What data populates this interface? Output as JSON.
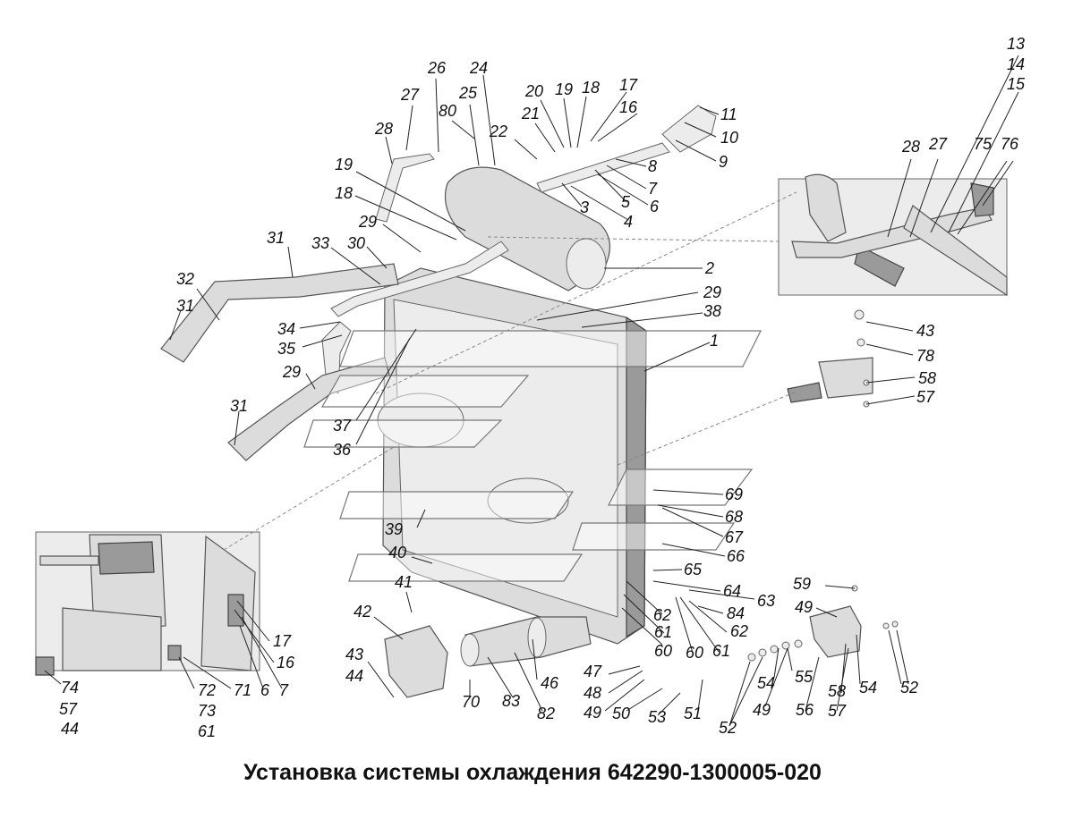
{
  "title": "Установка системы охлаждения 642290-1300005-020",
  "colors": {
    "line": "#222222",
    "part_fill": "#dcdcdc",
    "background": "#ffffff"
  },
  "callouts": [
    {
      "id": "c-13",
      "text": "13"
    },
    {
      "id": "c-14",
      "text": "14"
    },
    {
      "id": "c-15",
      "text": "15"
    },
    {
      "id": "c-26",
      "text": "26"
    },
    {
      "id": "c-24",
      "text": "24"
    },
    {
      "id": "c-27a",
      "text": "27"
    },
    {
      "id": "c-25",
      "text": "25"
    },
    {
      "id": "c-20",
      "text": "20"
    },
    {
      "id": "c-19a",
      "text": "19"
    },
    {
      "id": "c-18a",
      "text": "18"
    },
    {
      "id": "c-17a",
      "text": "17"
    },
    {
      "id": "c-80",
      "text": "80"
    },
    {
      "id": "c-21",
      "text": "21"
    },
    {
      "id": "c-16a",
      "text": "16"
    },
    {
      "id": "c-11",
      "text": "11"
    },
    {
      "id": "c-28a",
      "text": "28"
    },
    {
      "id": "c-22",
      "text": "22"
    },
    {
      "id": "c-10",
      "text": "10"
    },
    {
      "id": "c-9",
      "text": "9"
    },
    {
      "id": "c-8",
      "text": "8"
    },
    {
      "id": "c-19b",
      "text": "19"
    },
    {
      "id": "c-7a",
      "text": "7"
    },
    {
      "id": "c-5",
      "text": "5"
    },
    {
      "id": "c-6a",
      "text": "6"
    },
    {
      "id": "c-3",
      "text": "3"
    },
    {
      "id": "c-4",
      "text": "4"
    },
    {
      "id": "c-18b",
      "text": "18"
    },
    {
      "id": "c-28b",
      "text": "28"
    },
    {
      "id": "c-27b",
      "text": "27"
    },
    {
      "id": "c-75",
      "text": "75"
    },
    {
      "id": "c-76",
      "text": "76"
    },
    {
      "id": "c-29a",
      "text": "29"
    },
    {
      "id": "c-31a",
      "text": "31"
    },
    {
      "id": "c-33",
      "text": "33"
    },
    {
      "id": "c-30",
      "text": "30"
    },
    {
      "id": "c-2",
      "text": "2"
    },
    {
      "id": "c-32",
      "text": "32"
    },
    {
      "id": "c-31b",
      "text": "31"
    },
    {
      "id": "c-29b",
      "text": "29"
    },
    {
      "id": "c-38",
      "text": "38"
    },
    {
      "id": "c-34",
      "text": "34"
    },
    {
      "id": "c-35",
      "text": "35"
    },
    {
      "id": "c-43a",
      "text": "43"
    },
    {
      "id": "c-1",
      "text": "1"
    },
    {
      "id": "c-78",
      "text": "78"
    },
    {
      "id": "c-29c",
      "text": "29"
    },
    {
      "id": "c-58a",
      "text": "58"
    },
    {
      "id": "c-57a",
      "text": "57"
    },
    {
      "id": "c-31c",
      "text": "31"
    },
    {
      "id": "c-37",
      "text": "37"
    },
    {
      "id": "c-36",
      "text": "36"
    },
    {
      "id": "c-69",
      "text": "69"
    },
    {
      "id": "c-68",
      "text": "68"
    },
    {
      "id": "c-39",
      "text": "39"
    },
    {
      "id": "c-67",
      "text": "67"
    },
    {
      "id": "c-40",
      "text": "40"
    },
    {
      "id": "c-66",
      "text": "66"
    },
    {
      "id": "c-65",
      "text": "65"
    },
    {
      "id": "c-41",
      "text": "41"
    },
    {
      "id": "c-59",
      "text": "59"
    },
    {
      "id": "c-64",
      "text": "64"
    },
    {
      "id": "c-63",
      "text": "63"
    },
    {
      "id": "c-49a",
      "text": "49"
    },
    {
      "id": "c-42",
      "text": "42"
    },
    {
      "id": "c-84",
      "text": "84"
    },
    {
      "id": "c-62a",
      "text": "62"
    },
    {
      "id": "c-62b",
      "text": "62"
    },
    {
      "id": "c-17b",
      "text": "17"
    },
    {
      "id": "c-60a",
      "text": "60"
    },
    {
      "id": "c-60b",
      "text": "60"
    },
    {
      "id": "c-61a",
      "text": "61"
    },
    {
      "id": "c-61b",
      "text": "61"
    },
    {
      "id": "c-16b",
      "text": "16"
    },
    {
      "id": "c-43b",
      "text": "43"
    },
    {
      "id": "c-44a",
      "text": "44"
    },
    {
      "id": "c-55",
      "text": "55"
    },
    {
      "id": "c-46",
      "text": "46"
    },
    {
      "id": "c-47",
      "text": "47"
    },
    {
      "id": "c-54a",
      "text": "54"
    },
    {
      "id": "c-54b",
      "text": "54"
    },
    {
      "id": "c-52a",
      "text": "52"
    },
    {
      "id": "c-74",
      "text": "74"
    },
    {
      "id": "c-72",
      "text": "72"
    },
    {
      "id": "c-71",
      "text": "71"
    },
    {
      "id": "c-6b",
      "text": "6"
    },
    {
      "id": "c-7b",
      "text": "7"
    },
    {
      "id": "c-48",
      "text": "48"
    },
    {
      "id": "c-58b",
      "text": "58"
    },
    {
      "id": "c-70",
      "text": "70"
    },
    {
      "id": "c-83",
      "text": "83"
    },
    {
      "id": "c-49b",
      "text": "49"
    },
    {
      "id": "c-49c",
      "text": "49"
    },
    {
      "id": "c-57b",
      "text": "57"
    },
    {
      "id": "c-73",
      "text": "73"
    },
    {
      "id": "c-82",
      "text": "82"
    },
    {
      "id": "c-50",
      "text": "50"
    },
    {
      "id": "c-53",
      "text": "53"
    },
    {
      "id": "c-51",
      "text": "51"
    },
    {
      "id": "c-56",
      "text": "56"
    },
    {
      "id": "c-57c",
      "text": "57"
    },
    {
      "id": "c-52b",
      "text": "52"
    },
    {
      "id": "c-44b",
      "text": "44"
    },
    {
      "id": "c-61c",
      "text": "61"
    }
  ]
}
